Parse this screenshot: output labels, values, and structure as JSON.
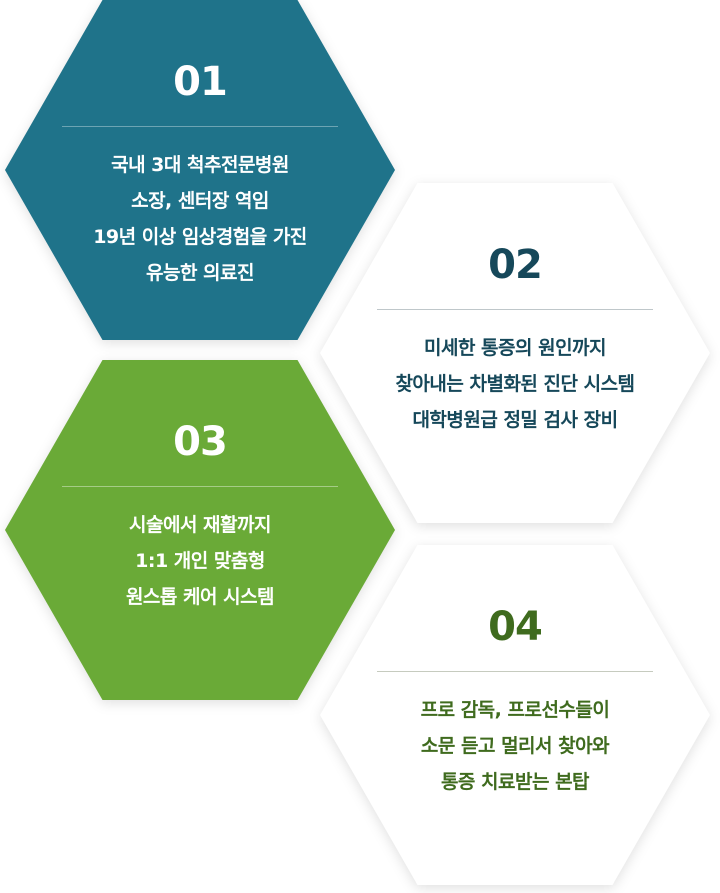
{
  "cards": [
    {
      "number": "01",
      "lines": [
        "국내 3대 척추전문병원",
        "소장, 센터장 역임",
        "19년 이상 임상경험을 가진",
        "유능한 의료진"
      ],
      "background": "#1f738a",
      "text_color": "#ffffff"
    },
    {
      "number": "02",
      "lines": [
        "미세한 통증의 원인까지",
        "찾아내는 차별화된 진단 시스템",
        "대학병원급 정밀 검사 장비"
      ],
      "background": "#ffffff",
      "text_color": "#16485a"
    },
    {
      "number": "03",
      "lines": [
        "시술에서 재활까지",
        "1:1 개인 맞춤형",
        "원스톱 케어 시스템"
      ],
      "background": "#6aaa37",
      "text_color": "#ffffff"
    },
    {
      "number": "04",
      "lines": [
        "프로 감독, 프로선수들이",
        "소문 듣고 멀리서 찾아와",
        "통증 치료받는 본탑"
      ],
      "background": "#ffffff",
      "text_color": "#3f6b1e"
    }
  ]
}
